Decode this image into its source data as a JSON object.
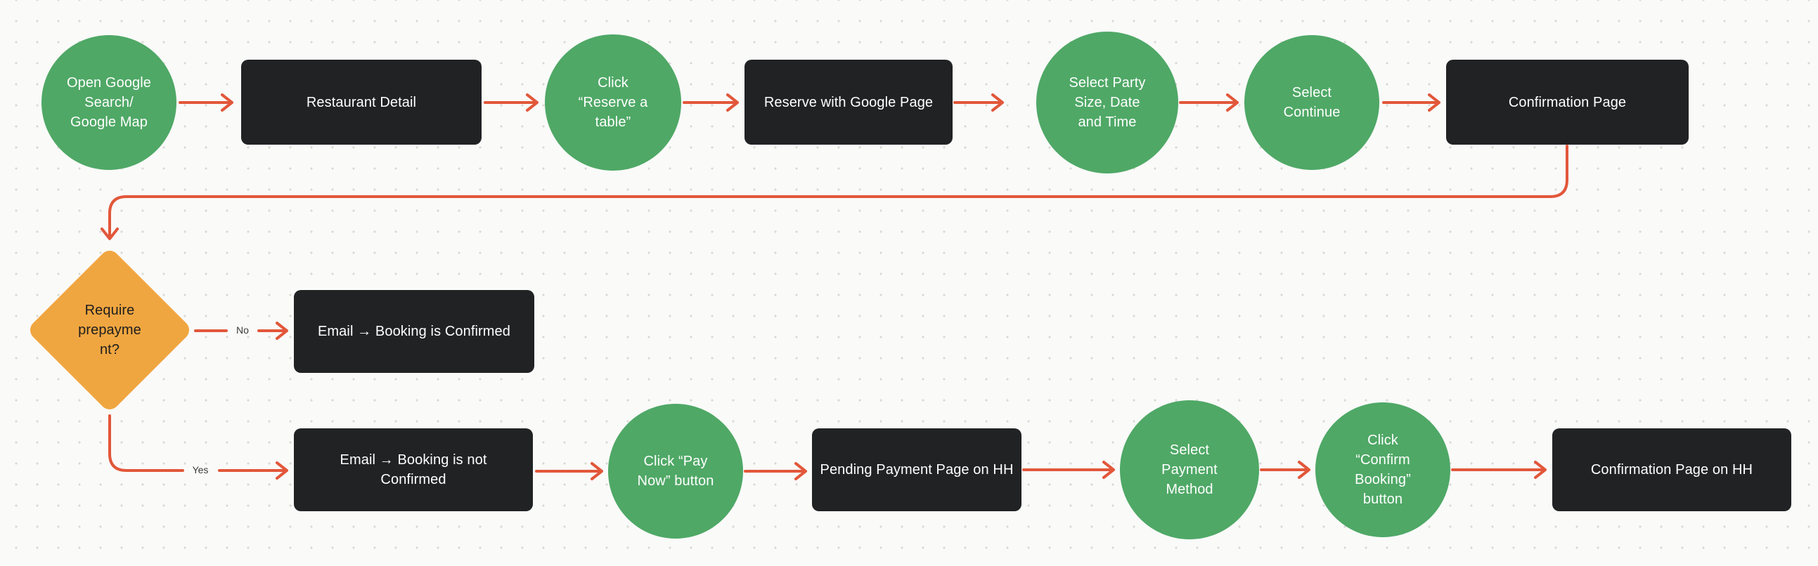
{
  "canvas": {
    "background": "#FAFAF9",
    "dot_grid_color": "#D9D9D4"
  },
  "colors": {
    "action_step_green": "#4FA866",
    "page_block_dark": "#212224",
    "decision_orange": "#F0A640",
    "connector_red": "#E2573A",
    "light_node_text": "#FFFFFF",
    "dark_node_text": "#1E1E1E",
    "edge_label_text": "#3A3A3A"
  },
  "nodes": {
    "open_google": {
      "type": "action-circle",
      "label": "Open Google\nSearch/\nGoogle Map"
    },
    "restaurant_detail": {
      "type": "page-rect",
      "label": "Restaurant Detail"
    },
    "click_reserve": {
      "type": "action-circle",
      "label": "Click\n“Reserve a\ntable”"
    },
    "reserve_google_page": {
      "type": "page-rect",
      "label": "Reserve with Google Page"
    },
    "select_party": {
      "type": "action-circle",
      "label": "Select Party\nSize, Date\nand Time"
    },
    "select_continue": {
      "type": "action-circle",
      "label": "Select\nContinue"
    },
    "confirmation_page": {
      "type": "page-rect",
      "label": "Confirmation Page"
    },
    "require_prepayment": {
      "type": "decision-diamond",
      "label": "Require\nprepayme\nnt?"
    },
    "booking_confirmed": {
      "type": "page-rect",
      "label": "Email → Booking is Confirmed"
    },
    "booking_not_confirmed": {
      "type": "page-rect",
      "label": "Email → Booking is not\nConfirmed"
    },
    "click_pay_now": {
      "type": "action-circle",
      "label": "Click “Pay\nNow” button"
    },
    "pending_payment": {
      "type": "page-rect",
      "label": "Pending Payment Page on HH"
    },
    "select_payment_method": {
      "type": "action-circle",
      "label": "Select\nPayment\nMethod"
    },
    "click_confirm_booking": {
      "type": "action-circle",
      "label": "Click\n“Confirm\nBooking”\nbutton"
    },
    "confirmation_page_hh": {
      "type": "page-rect",
      "label": "Confirmation Page on HH"
    }
  },
  "edges": {
    "no_label": "No",
    "yes_label": "Yes"
  }
}
